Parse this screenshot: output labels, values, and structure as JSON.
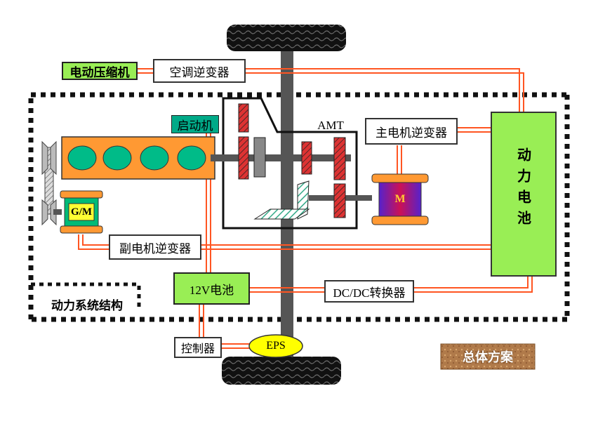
{
  "labels": {
    "ac_compressor": "电动压缩机",
    "ac_inverter": "空调逆变器",
    "starter": "启动机",
    "amt": "AMT",
    "main_inverter": "主电机逆变器",
    "main_motor": "M",
    "battery": "动力电池",
    "gm": "G/M",
    "aux_inverter": "副电机逆变器",
    "battery_12v": "12V电池",
    "dcdc": "DC/DC转换器",
    "powertrain": "动力系统结构",
    "controller": "控制器",
    "eps": "EPS",
    "overall_plan": "总体方案"
  },
  "colors": {
    "wire_orange": "#ff5522",
    "engine_orange": "#ff9933",
    "cylinder_teal": "#00bb88",
    "gear_red": "#dd3333",
    "shaft_gray": "#555555",
    "green_box": "#99ee55",
    "battery_green": "#99ee55",
    "eps_yellow": "#ffff00",
    "motor_purple": "#9922aa",
    "gm_yellow": "#ffff33",
    "plan_brown": "#b07a4a"
  }
}
